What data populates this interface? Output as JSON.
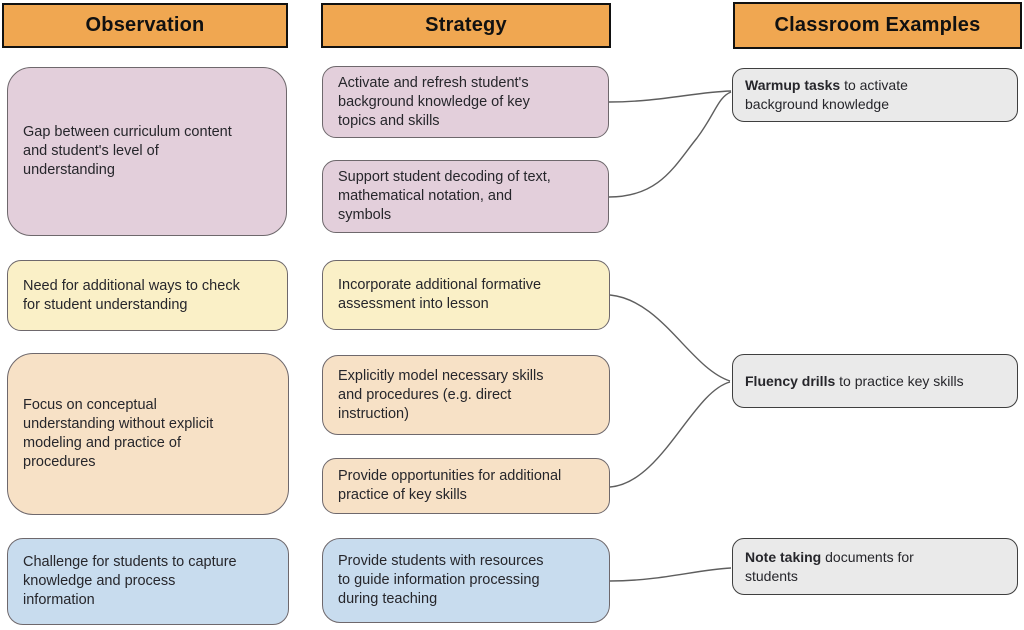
{
  "headers": [
    {
      "label": "Observation"
    },
    {
      "label": "Strategy"
    },
    {
      "label": "Classroom Examples"
    }
  ],
  "header_style": {
    "bg": "#F0A751",
    "border": "#111111"
  },
  "observations": [
    {
      "text": "Gap between curriculum content\nand student's level of\nunderstanding",
      "bg": "#E3CFDB",
      "color_name": "mauve"
    },
    {
      "text": "Need for additional ways to check\nfor student understanding",
      "bg": "#FAF0C7",
      "color_name": "yellow"
    },
    {
      "text": "Focus on conceptual\nunderstanding without explicit\nmodeling and practice of\nprocedures",
      "bg": "#F7E1C6",
      "color_name": "peach"
    },
    {
      "text": "Challenge for students to capture\nknowledge and process\ninformation",
      "bg": "#C8DCEE",
      "color_name": "blue"
    }
  ],
  "strategies": [
    {
      "text": "Activate and refresh student's\nbackground knowledge of key\ntopics and skills",
      "bg": "#E3CFDB",
      "color_name": "mauve"
    },
    {
      "text": "Support student decoding of text,\nmathematical notation, and\nsymbols",
      "bg": "#E3CFDB",
      "color_name": "mauve"
    },
    {
      "text": "Incorporate additional formative\nassessment into lesson",
      "bg": "#FAF0C7",
      "color_name": "yellow"
    },
    {
      "text": "Explicitly model necessary skills\nand procedures (e.g. direct\ninstruction)",
      "bg": "#F7E1C6",
      "color_name": "peach"
    },
    {
      "text": "Provide opportunities for additional\npractice of key skills",
      "bg": "#F7E1C6",
      "color_name": "peach"
    },
    {
      "text": "Provide students with resources\nto guide information processing\nduring teaching",
      "bg": "#C8DCEE",
      "color_name": "blue"
    }
  ],
  "examples": [
    {
      "lead": "Warmup tasks",
      "rest": " to activate\nbackground knowledge",
      "bg": "#EAEAEA"
    },
    {
      "lead": "Fluency drills",
      "rest": " to practice key skills",
      "bg": "#EAEAEA"
    },
    {
      "lead": "Note taking",
      "rest": " documents for\nstudents",
      "bg": "#EAEAEA"
    }
  ],
  "connections": {
    "color": "#5e5e5e",
    "links": [
      {
        "from": "strategy-activate-background-knowledge",
        "to": "example-warmup-tasks"
      },
      {
        "from": "strategy-support-decoding",
        "to": "example-warmup-tasks"
      },
      {
        "from": "strategy-formative-assessment",
        "to": "example-fluency-drills"
      },
      {
        "from": "strategy-additional-practice",
        "to": "example-fluency-drills"
      },
      {
        "from": "strategy-resources-information-processing",
        "to": "example-note-taking"
      }
    ]
  }
}
